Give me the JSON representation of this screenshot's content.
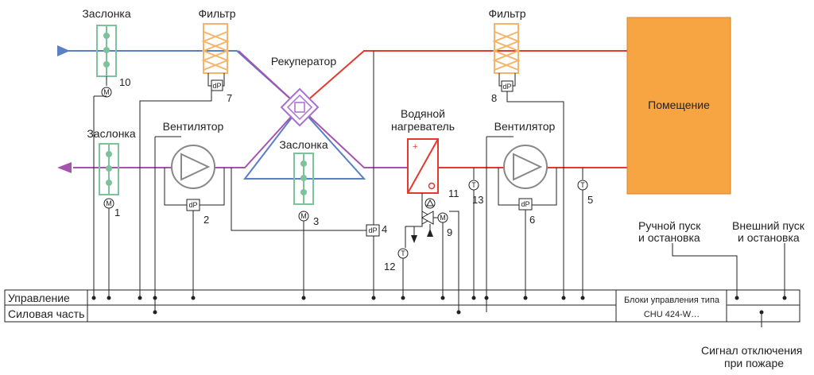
{
  "labels": {
    "damper_top": "Заслонка",
    "filter_left": "Фильтр",
    "filter_right": "Фильтр",
    "recuperator": "Рекуператор",
    "damper_left": "Заслонка",
    "fan_left": "Вентилятор",
    "damper_mid": "Заслонка",
    "heater_l1": "Водяной",
    "heater_l2": "нагреватель",
    "fan_right": "Вентилятор",
    "room": "Помещение",
    "manual_l1": "Ручной пуск",
    "manual_l2": "и остановка",
    "external_l1": "Внешний пуск",
    "external_l2": "и остановка",
    "fire_l1": "Сигнал отключения",
    "fire_l2": "при пожаре"
  },
  "bus": {
    "control": "Управление",
    "power": "Силовая часть",
    "block_l1": "Блоки управления типа",
    "block_l2": "CHU 424-W…"
  },
  "numbers": {
    "n1": "1",
    "n2": "2",
    "n3": "3",
    "n4": "4",
    "n5": "5",
    "n6": "6",
    "n7": "7",
    "n8": "8",
    "n9": "9",
    "n10": "10",
    "n11": "11",
    "n12": "12",
    "n13": "13"
  },
  "symbols": {
    "motor": "M",
    "dp": "dP",
    "temp": "T"
  },
  "colors": {
    "supply_air": "#5b7fc4",
    "exhaust_air": "#a653b0",
    "heated_air": "#e23a2e",
    "damper": "#7cc29a",
    "filter": "#f4b56a",
    "room": "#f7a443"
  }
}
